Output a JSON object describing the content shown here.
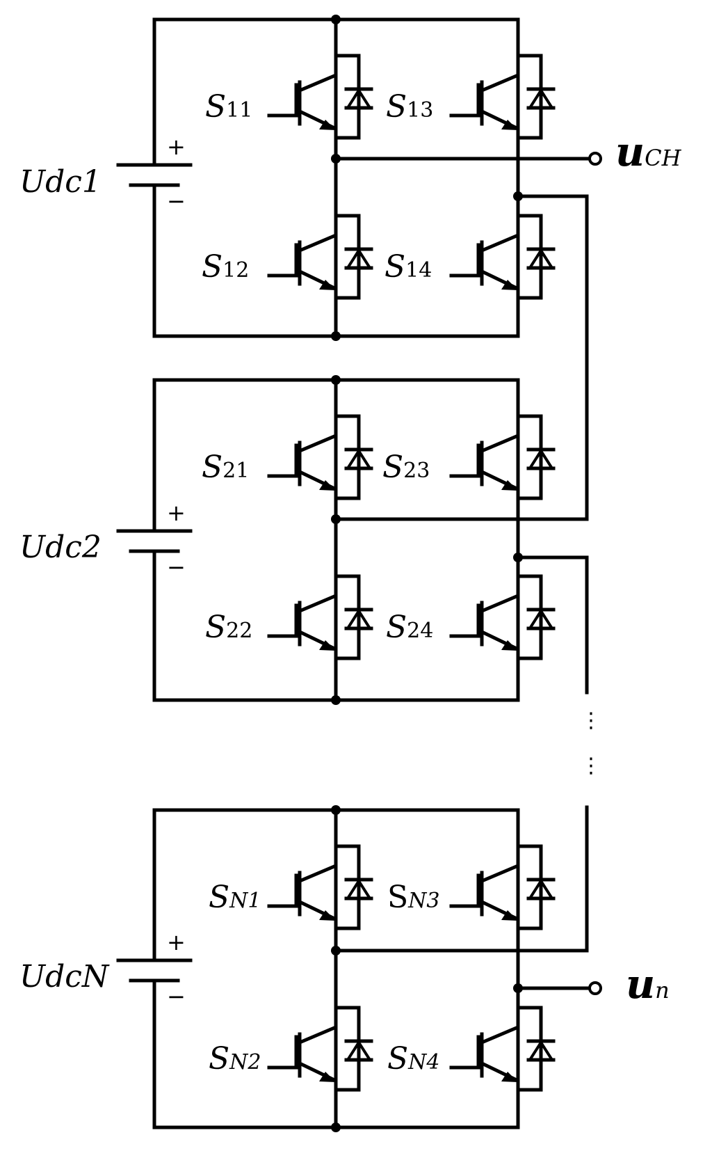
{
  "cells": [
    {
      "source": {
        "main": "U",
        "sub": "dc1"
      },
      "switches": {
        "s1": {
          "main": "S",
          "sub": "11"
        },
        "s2": {
          "main": "S",
          "sub": "12"
        },
        "s3": {
          "main": "S",
          "sub": "13"
        },
        "s4": {
          "main": "S",
          "sub": "14"
        }
      }
    },
    {
      "source": {
        "main": "U",
        "sub": "dc2"
      },
      "switches": {
        "s1": {
          "main": "S",
          "sub": "21"
        },
        "s2": {
          "main": "S",
          "sub": "22"
        },
        "s3": {
          "main": "S",
          "sub": "23"
        },
        "s4": {
          "main": "S",
          "sub": "24"
        }
      }
    },
    {
      "source": {
        "main": "U",
        "sub": "dcN"
      },
      "switches": {
        "s1": {
          "main": "S",
          "sub": "N1"
        },
        "s2": {
          "main": "S",
          "sub": "N2"
        },
        "s3": {
          "main": "S",
          "sub": "N3"
        },
        "s4": {
          "main": "S",
          "sub": "N4"
        }
      }
    }
  ],
  "polarity": {
    "plus": "+",
    "minus": "−"
  },
  "outputs": {
    "top": {
      "main": "u",
      "sub": "CH"
    },
    "bottom": {
      "main": "u",
      "sub": "n"
    }
  },
  "continuation": "⋮"
}
